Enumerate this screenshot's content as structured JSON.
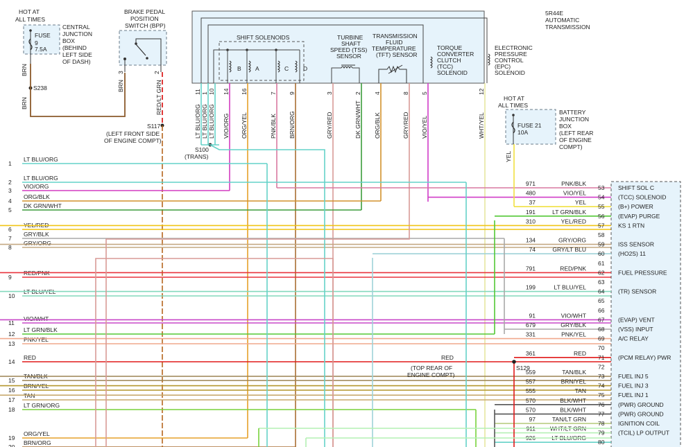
{
  "top": {
    "hot_left": [
      "HOT AT",
      "ALL TIMES"
    ],
    "fuse_left": [
      "FUSE",
      "9",
      "7.5A"
    ],
    "cjb": [
      "CENTRAL",
      "JUNCTION",
      "BOX",
      "(BEHIND",
      "LEFT SIDE",
      "OF DASH)"
    ],
    "bpp": [
      "BRAKE PEDAL",
      "POSITION",
      "SWITCH (BPP)"
    ],
    "bpp_pins": [
      "3",
      "2"
    ],
    "brn_label": "BRN",
    "s238": "S238",
    "redltgrn": "RED/LT GRN",
    "s117": [
      "S117",
      "(LEFT FRONT SIDE",
      "OF ENGINE COMPT)"
    ],
    "trans_title": [
      "5R44E",
      "AUTOMATIC",
      "TRANSMISSION"
    ],
    "shift_sol": "SHIFT SOLENOIDS",
    "sol_letters": [
      "B",
      "A",
      "C",
      "D"
    ],
    "tss": [
      "TURBINE",
      "SHAFT",
      "SPEED (TSS)",
      "SENSOR"
    ],
    "tft": [
      "TRANSMISSION",
      "FLUID",
      "TEMPERATURE",
      "(TFT) SENSOR"
    ],
    "tcc": [
      "TORQUE",
      "CONVERTER",
      "CLUTCH",
      "(TCC)",
      "SOLENOID"
    ],
    "epc": [
      "ELECTRONIC",
      "PRESSURE",
      "CONTROL",
      "(EPC)",
      "SOLENOID"
    ],
    "trans_pins": [
      "11",
      "1",
      "10",
      "14",
      "16",
      "7",
      "9",
      "3",
      "2",
      "4",
      "8",
      "5",
      "12"
    ],
    "trans_wires": [
      "LT BLU/ORG",
      "LT BLU/ORG",
      "LT BLU/ORG",
      "VIO/ORG",
      "ORG/YEL",
      "PNK/BLK",
      "BRN/ORG",
      "GRY/RED",
      "DK GRN/WHT",
      "ORG/BLK",
      "GRY/RED",
      "VIO/YEL",
      "WHT/YEL"
    ],
    "s100": [
      "S100",
      "(TRANS)"
    ],
    "hot_right": [
      "HOT AT",
      "ALL TIMES"
    ],
    "fuse_right": [
      "FUSE 21",
      "10A"
    ],
    "bjb": [
      "BATTERY",
      "JUNCTION",
      "BOX",
      "(LEFT REAR",
      "OF ENGINE",
      "COMPT)"
    ],
    "yel_label": "YEL",
    "s129": [
      "S129",
      "(TOP REAR OF",
      "ENGINE COMPT)"
    ],
    "red_mid": "RED"
  },
  "left_rows": [
    {
      "num": "1",
      "label": "LT BLU/ORG"
    },
    {
      "num": "2",
      "label": "LT BLU/ORG"
    },
    {
      "num": "3",
      "label": "VIO/ORG"
    },
    {
      "num": "4",
      "label": "ORG/BLK"
    },
    {
      "num": "5",
      "label": "DK GRN/WHT"
    },
    {
      "num": "6",
      "label": "YEL/RED"
    },
    {
      "num": "7",
      "label": "GRY/BLK"
    },
    {
      "num": "8",
      "label": "GRY/ORG"
    },
    {
      "num": "9",
      "label": "RED/PNK"
    },
    {
      "num": "10",
      "label": "LT BLU/YEL"
    },
    {
      "num": "11",
      "label": "VIO/WHT"
    },
    {
      "num": "12",
      "label": "LT GRN/BLK"
    },
    {
      "num": "13",
      "label": "PNK/YEL"
    },
    {
      "num": "14",
      "label": "RED"
    },
    {
      "num": "15",
      "label": "TAN/BLK"
    },
    {
      "num": "16",
      "label": "BRN/YEL"
    },
    {
      "num": "17",
      "label": "TAN"
    },
    {
      "num": "18",
      "label": "LT GRN/ORG"
    },
    {
      "num": "19",
      "label": "ORG/YEL"
    },
    {
      "num": "20",
      "label": "BRN/ORG"
    }
  ],
  "pcm_rows": [
    {
      "pin": "53",
      "circuit": "971",
      "wire": "PNK/BLK",
      "func": "SHIFT SOL C"
    },
    {
      "pin": "54",
      "circuit": "480",
      "wire": "VIO/YEL",
      "func": "(TCC) SOLENOID"
    },
    {
      "pin": "55",
      "circuit": "37",
      "wire": "YEL",
      "func": "(B+) POWER"
    },
    {
      "pin": "56",
      "circuit": "191",
      "wire": "LT GRN/BLK",
      "func": "(EVAP) PURGE"
    },
    {
      "pin": "57",
      "circuit": "310",
      "wire": "YEL/RED",
      "func": "KS 1 RTN"
    },
    {
      "pin": "58",
      "circuit": "",
      "wire": "",
      "func": ""
    },
    {
      "pin": "59",
      "circuit": "134",
      "wire": "GRY/ORG",
      "func": "ISS SENSOR"
    },
    {
      "pin": "60",
      "circuit": "74",
      "wire": "GRY/LT BLU",
      "func": "(HO2S) 11"
    },
    {
      "pin": "61",
      "circuit": "",
      "wire": "",
      "func": ""
    },
    {
      "pin": "62",
      "circuit": "791",
      "wire": "RED/PNK",
      "func": "FUEL PRESSURE"
    },
    {
      "pin": "63",
      "circuit": "",
      "wire": "",
      "func": ""
    },
    {
      "pin": "64",
      "circuit": "199",
      "wire": "LT BLU/YEL",
      "func": "(TR) SENSOR"
    },
    {
      "pin": "65",
      "circuit": "",
      "wire": "",
      "func": ""
    },
    {
      "pin": "66",
      "circuit": "",
      "wire": "",
      "func": ""
    },
    {
      "pin": "67",
      "circuit": "91",
      "wire": "VIO/WHT",
      "func": "(EVAP) VENT"
    },
    {
      "pin": "68",
      "circuit": "679",
      "wire": "GRY/BLK",
      "func": "(VSS) INPUT"
    },
    {
      "pin": "69",
      "circuit": "331",
      "wire": "PNK/YEL",
      "func": "A/C RELAY"
    },
    {
      "pin": "70",
      "circuit": "",
      "wire": "",
      "func": ""
    },
    {
      "pin": "71",
      "circuit": "361",
      "wire": "RED",
      "func": "(PCM RELAY) PWR"
    },
    {
      "pin": "72",
      "circuit": "",
      "wire": "",
      "func": ""
    },
    {
      "pin": "73",
      "circuit": "559",
      "wire": "TAN/BLK",
      "func": "FUEL INJ 5"
    },
    {
      "pin": "74",
      "circuit": "557",
      "wire": "BRN/YEL",
      "func": "FUEL INJ 3"
    },
    {
      "pin": "75",
      "circuit": "555",
      "wire": "TAN",
      "func": "FUEL INJ 1"
    },
    {
      "pin": "76",
      "circuit": "570",
      "wire": "BLK/WHT",
      "func": "(PWR) GROUND"
    },
    {
      "pin": "77",
      "circuit": "570",
      "wire": "BLK/WHT",
      "func": "(PWR) GROUND"
    },
    {
      "pin": "78",
      "circuit": "97",
      "wire": "TAN/LT GRN",
      "func": "IGNITION COIL"
    },
    {
      "pin": "79",
      "circuit": "911",
      "wire": "WHT/LT GRN",
      "func": "(TCIL) LP OUTPUT"
    },
    {
      "pin": "80",
      "circuit": "926",
      "wire": "LT BLU/ORG",
      "func": ""
    }
  ]
}
